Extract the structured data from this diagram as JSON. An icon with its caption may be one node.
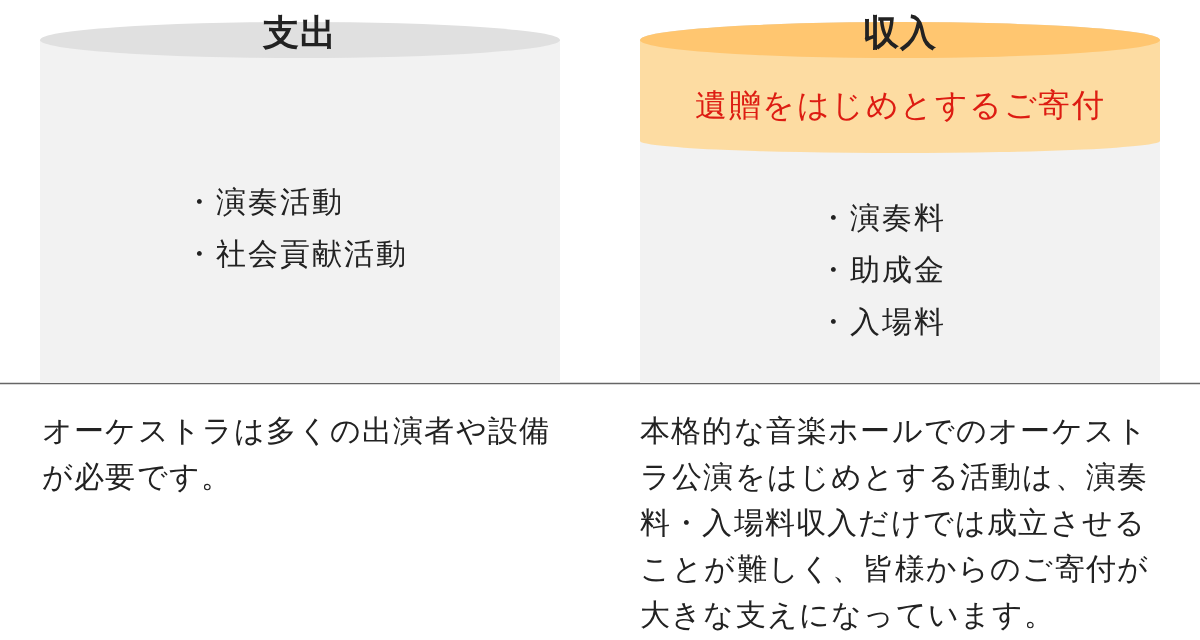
{
  "diagram": {
    "nodes": [
      {
        "text": [
          "支出",
          "・演奏活動",
          "・社会貢献活動"
        ]
      },
      {
        "text": [
          "収入",
          "・演奏料",
          "・助成金",
          "・入場料"
        ]
      },
      {
        "text": [
          "遺贈をはじめとするご寄付"
        ],
        "in": 1
      }
    ],
    "labels": [
      "オーケストラは多くの出演者や設備が必要です。",
      "本格的な音楽ホールでのオーケストラ公演をはじめとする活動は、演奏料・入場料収入だけでは成立させることが難しく、皆様からのご寄付が大きな支えになっています。"
    ]
  }
}
